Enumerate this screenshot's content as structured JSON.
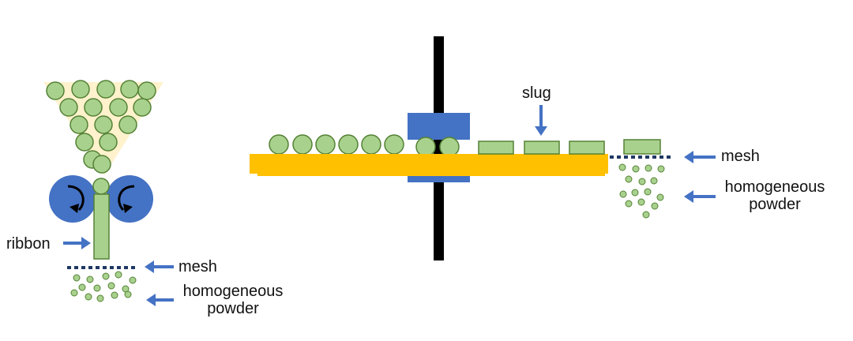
{
  "labels": {
    "ribbon": "ribbon",
    "mesh_left": "mesh",
    "powder_left_line1": "homogeneous",
    "powder_left_line2": "powder",
    "slug": "slug",
    "mesh_right": "mesh",
    "powder_right_line1": "homogeneous",
    "powder_right_line2": "powder"
  },
  "colors": {
    "particle_fill": "#a9d18e",
    "particle_stroke": "#548235",
    "hopper_fill": "#fff2cc",
    "roller": "#4472c4",
    "arrow": "#4472c4",
    "belt": "#ffc000",
    "punch": "#4472c4",
    "shaft": "#000000",
    "mesh_dots": "#1f3864"
  }
}
